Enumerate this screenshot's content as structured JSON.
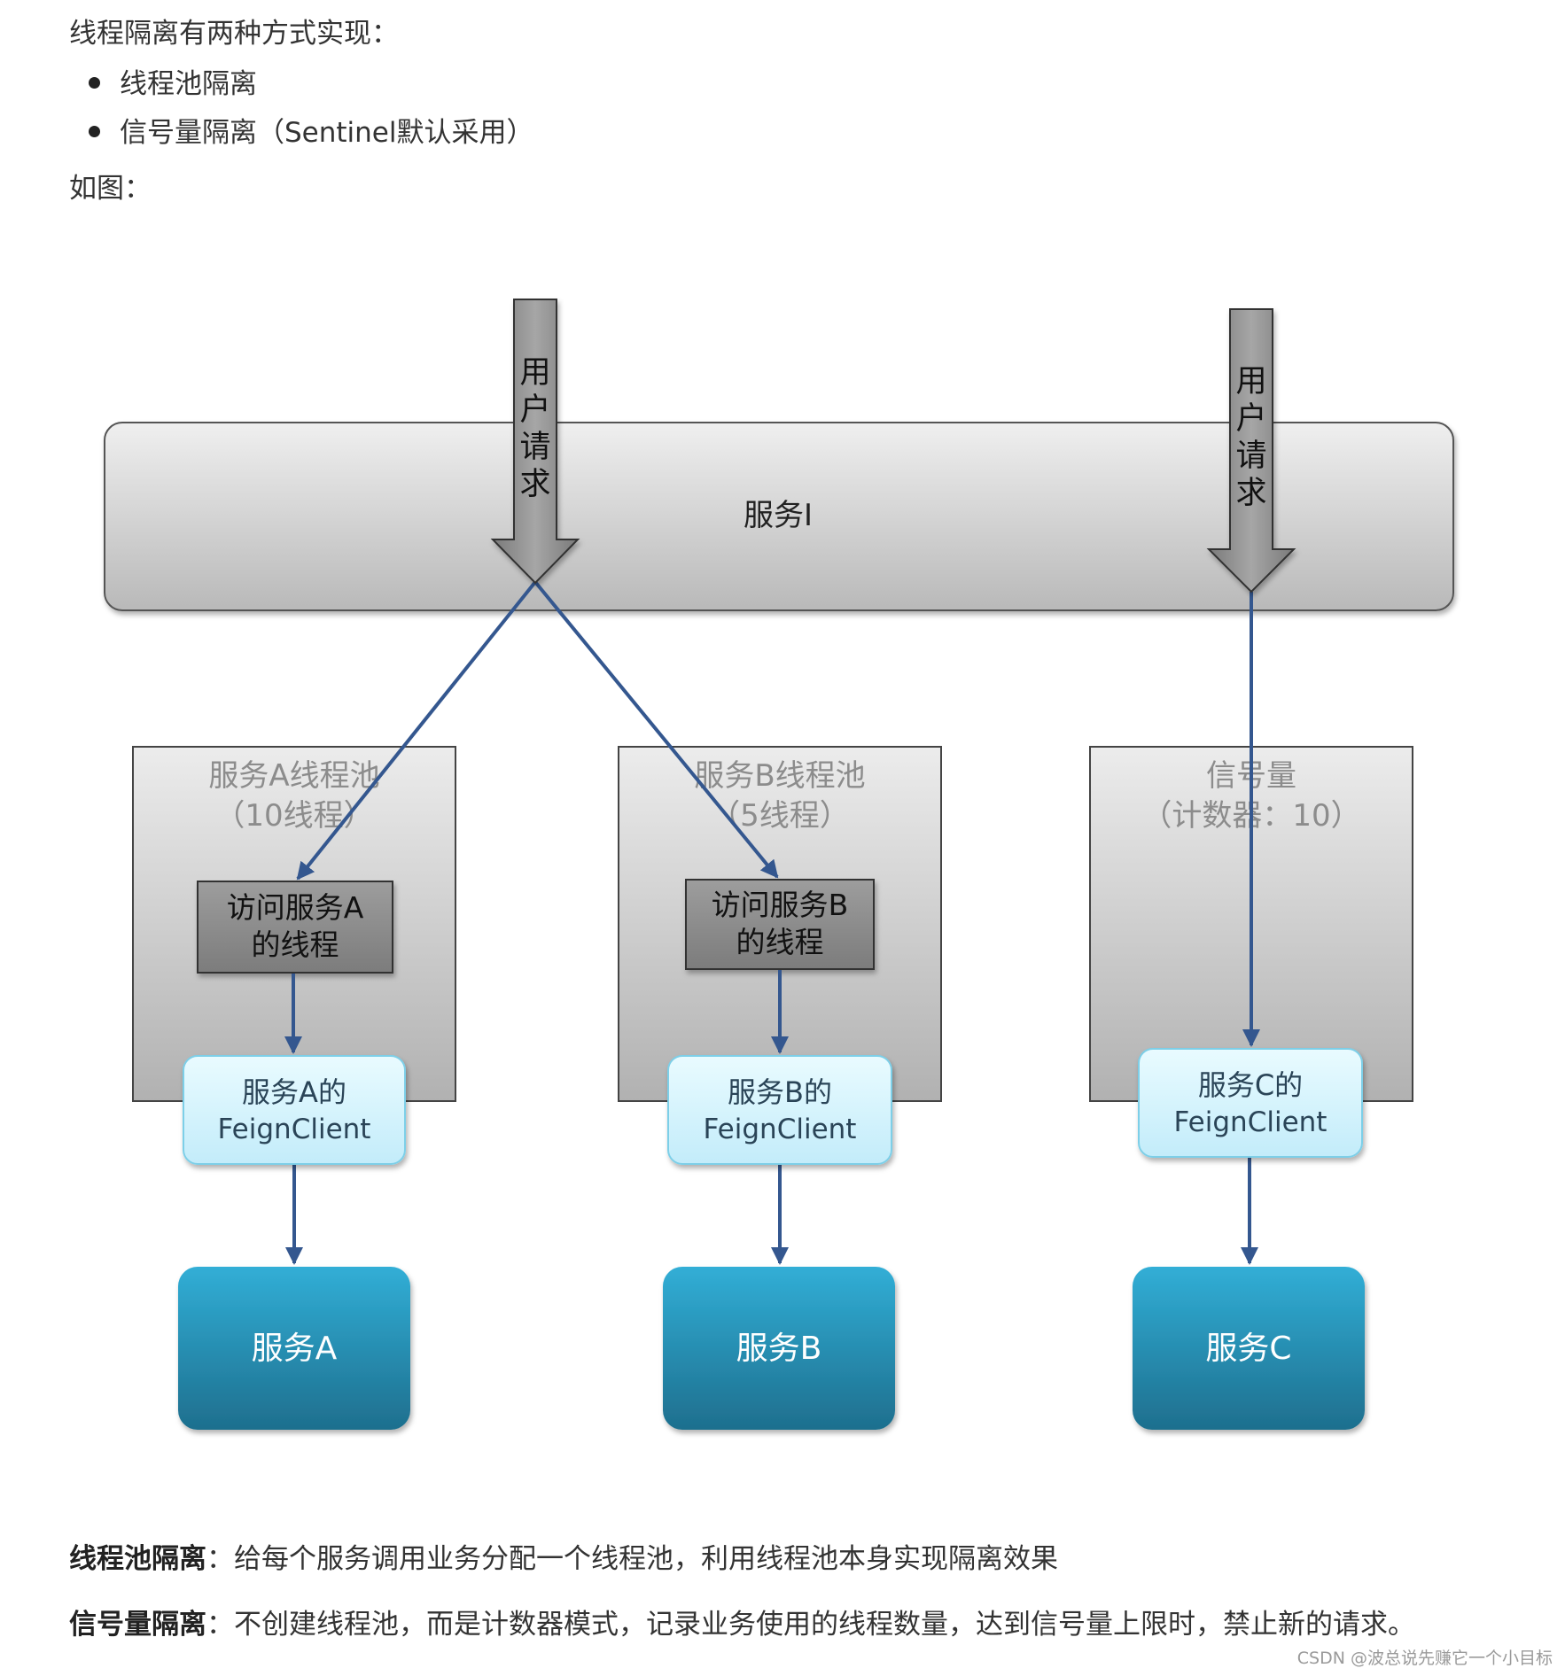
{
  "intro": "线程隔离有两种方式实现：",
  "bullets": [
    "线程池隔离",
    "信号量隔离（Sentinel默认采用）"
  ],
  "figure_caption": "如图：",
  "diagram": {
    "service_i": "服务I",
    "user_request_chars": [
      "用",
      "户",
      "请",
      "求"
    ],
    "pool_a": {
      "title_line1": "服务A线程池",
      "title_line2": "（10线程）",
      "thread_line1": "访问服务A",
      "thread_line2": "的线程"
    },
    "pool_b": {
      "title_line1": "服务B线程池",
      "title_line2": "（5线程）",
      "thread_line1": "访问服务B",
      "thread_line2": "的线程"
    },
    "semaphore": {
      "title_line1": "信号量",
      "title_line2": "（计数器：10）"
    },
    "feign_a": {
      "line1": "服务A的",
      "line2": "FeignClient"
    },
    "feign_b": {
      "line1": "服务B的",
      "line2": "FeignClient"
    },
    "feign_c": {
      "line1": "服务C的",
      "line2": "FeignClient"
    },
    "service_a": "服务A",
    "service_b": "服务B",
    "service_c": "服务C",
    "colors": {
      "arrow": "#34578f",
      "feign_fill": "#d6f4fd",
      "feign_border": "#7dcfe8",
      "service_top": "#31aed6",
      "service_bottom": "#1e6f8e"
    }
  },
  "thread_pool_desc": {
    "term": "线程池隔离",
    "text": "：给每个服务调用业务分配一个线程池，利用线程池本身实现隔离效果"
  },
  "semaphore_desc": {
    "term": "信号量隔离",
    "text": "：不创建线程池，而是计数器模式，记录业务使用的线程数量，达到信号量上限时，禁止新的请求。"
  },
  "watermark": "CSDN @波总说先赚它一个小目标"
}
